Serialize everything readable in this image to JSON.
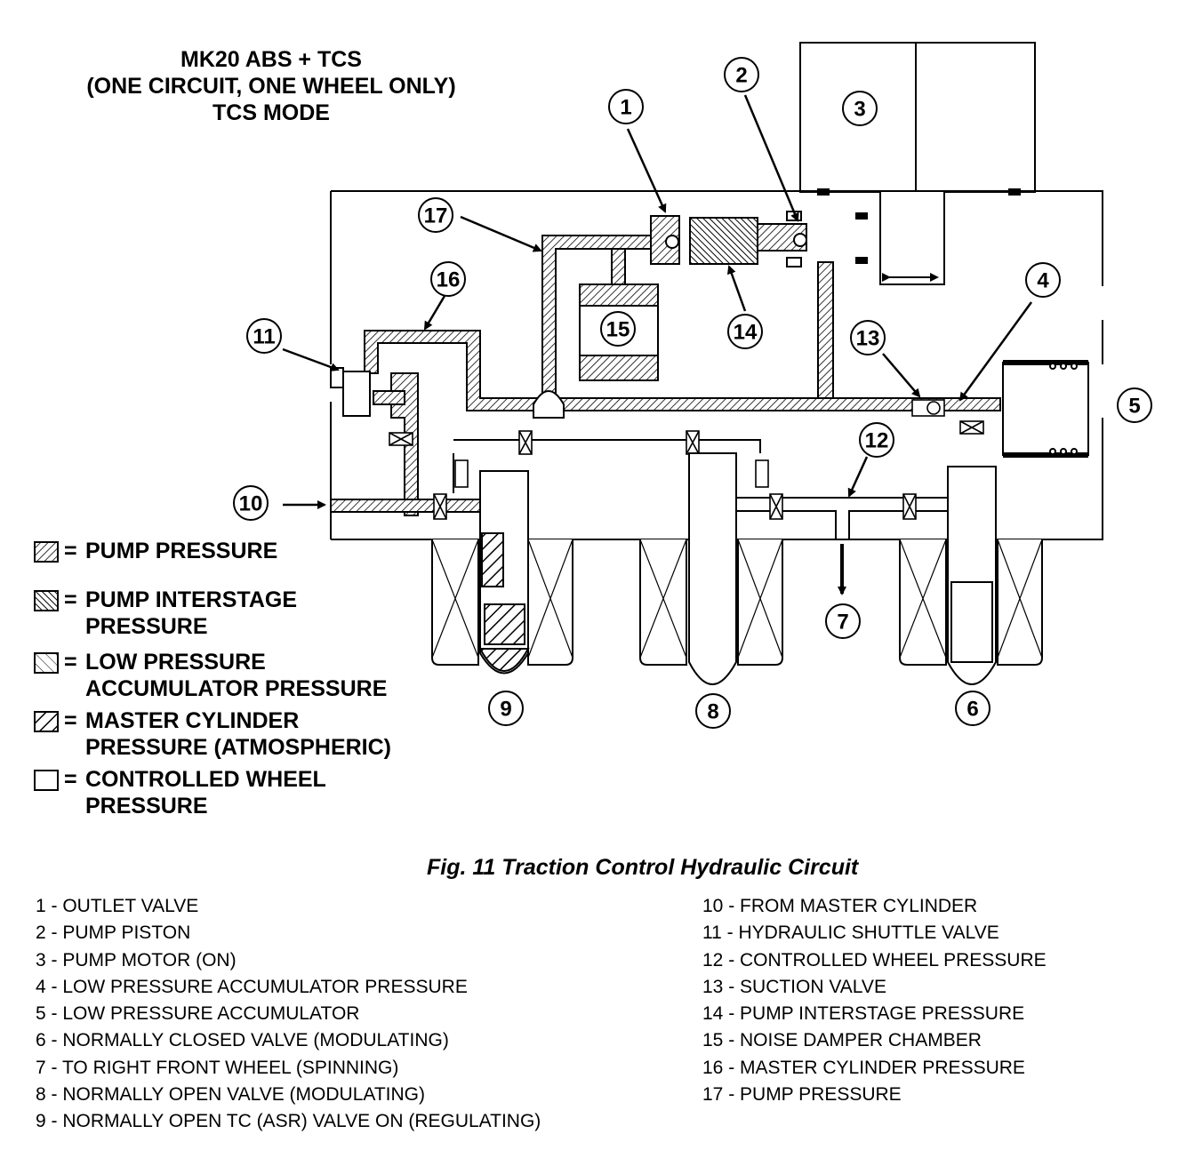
{
  "header": {
    "line1": "MK20 ABS + TCS",
    "line2": "(ONE CIRCUIT, ONE WHEEL ONLY)",
    "line3": "TCS MODE"
  },
  "legend": [
    {
      "icon": "pump-pressure-swatch",
      "line1": "PUMP PRESSURE",
      "line2": ""
    },
    {
      "icon": "pump-interstage-swatch",
      "line1": "PUMP INTERSTAGE",
      "line2": "PRESSURE"
    },
    {
      "icon": "low-pressure-swatch",
      "line1": "LOW PRESSURE",
      "line2": "ACCUMULATOR PRESSURE"
    },
    {
      "icon": "master-cylinder-swatch",
      "line1": "MASTER CYLINDER",
      "line2": "PRESSURE (ATMOSPHERIC)"
    },
    {
      "icon": "controlled-wheel-swatch",
      "line1": "CONTROLLED WHEEL",
      "line2": "PRESSURE"
    }
  ],
  "callouts": [
    "1",
    "2",
    "3",
    "4",
    "5",
    "6",
    "7",
    "8",
    "9",
    "10",
    "11",
    "12",
    "13",
    "14",
    "15",
    "16",
    "17"
  ],
  "caption": "Fig. 11 Traction Control Hydraulic Circuit",
  "key_left": [
    "1 - OUTLET VALVE",
    "2 - PUMP PISTON",
    "3 - PUMP MOTOR (ON)",
    "4 - LOW PRESSURE ACCUMULATOR PRESSURE",
    "5 - LOW PRESSURE ACCUMULATOR",
    "6 - NORMALLY CLOSED VALVE (MODULATING)",
    "7 - TO RIGHT FRONT WHEEL (SPINNING)",
    "8 - NORMALLY OPEN VALVE (MODULATING)",
    "9 - NORMALLY OPEN TC (ASR) VALVE ON (REGULATING)"
  ],
  "key_right": [
    "10 - FROM MASTER CYLINDER",
    "11 - HYDRAULIC SHUTTLE VALVE",
    "12 - CONTROLLED WHEEL PRESSURE",
    "13 - SUCTION VALVE",
    "14 - PUMP INTERSTAGE PRESSURE",
    "15 - NOISE DAMPER CHAMBER",
    "16 - MASTER CYLINDER PRESSURE",
    "17 - PUMP PRESSURE"
  ],
  "colors": {
    "ink": "#000000",
    "paper": "#ffffff"
  }
}
